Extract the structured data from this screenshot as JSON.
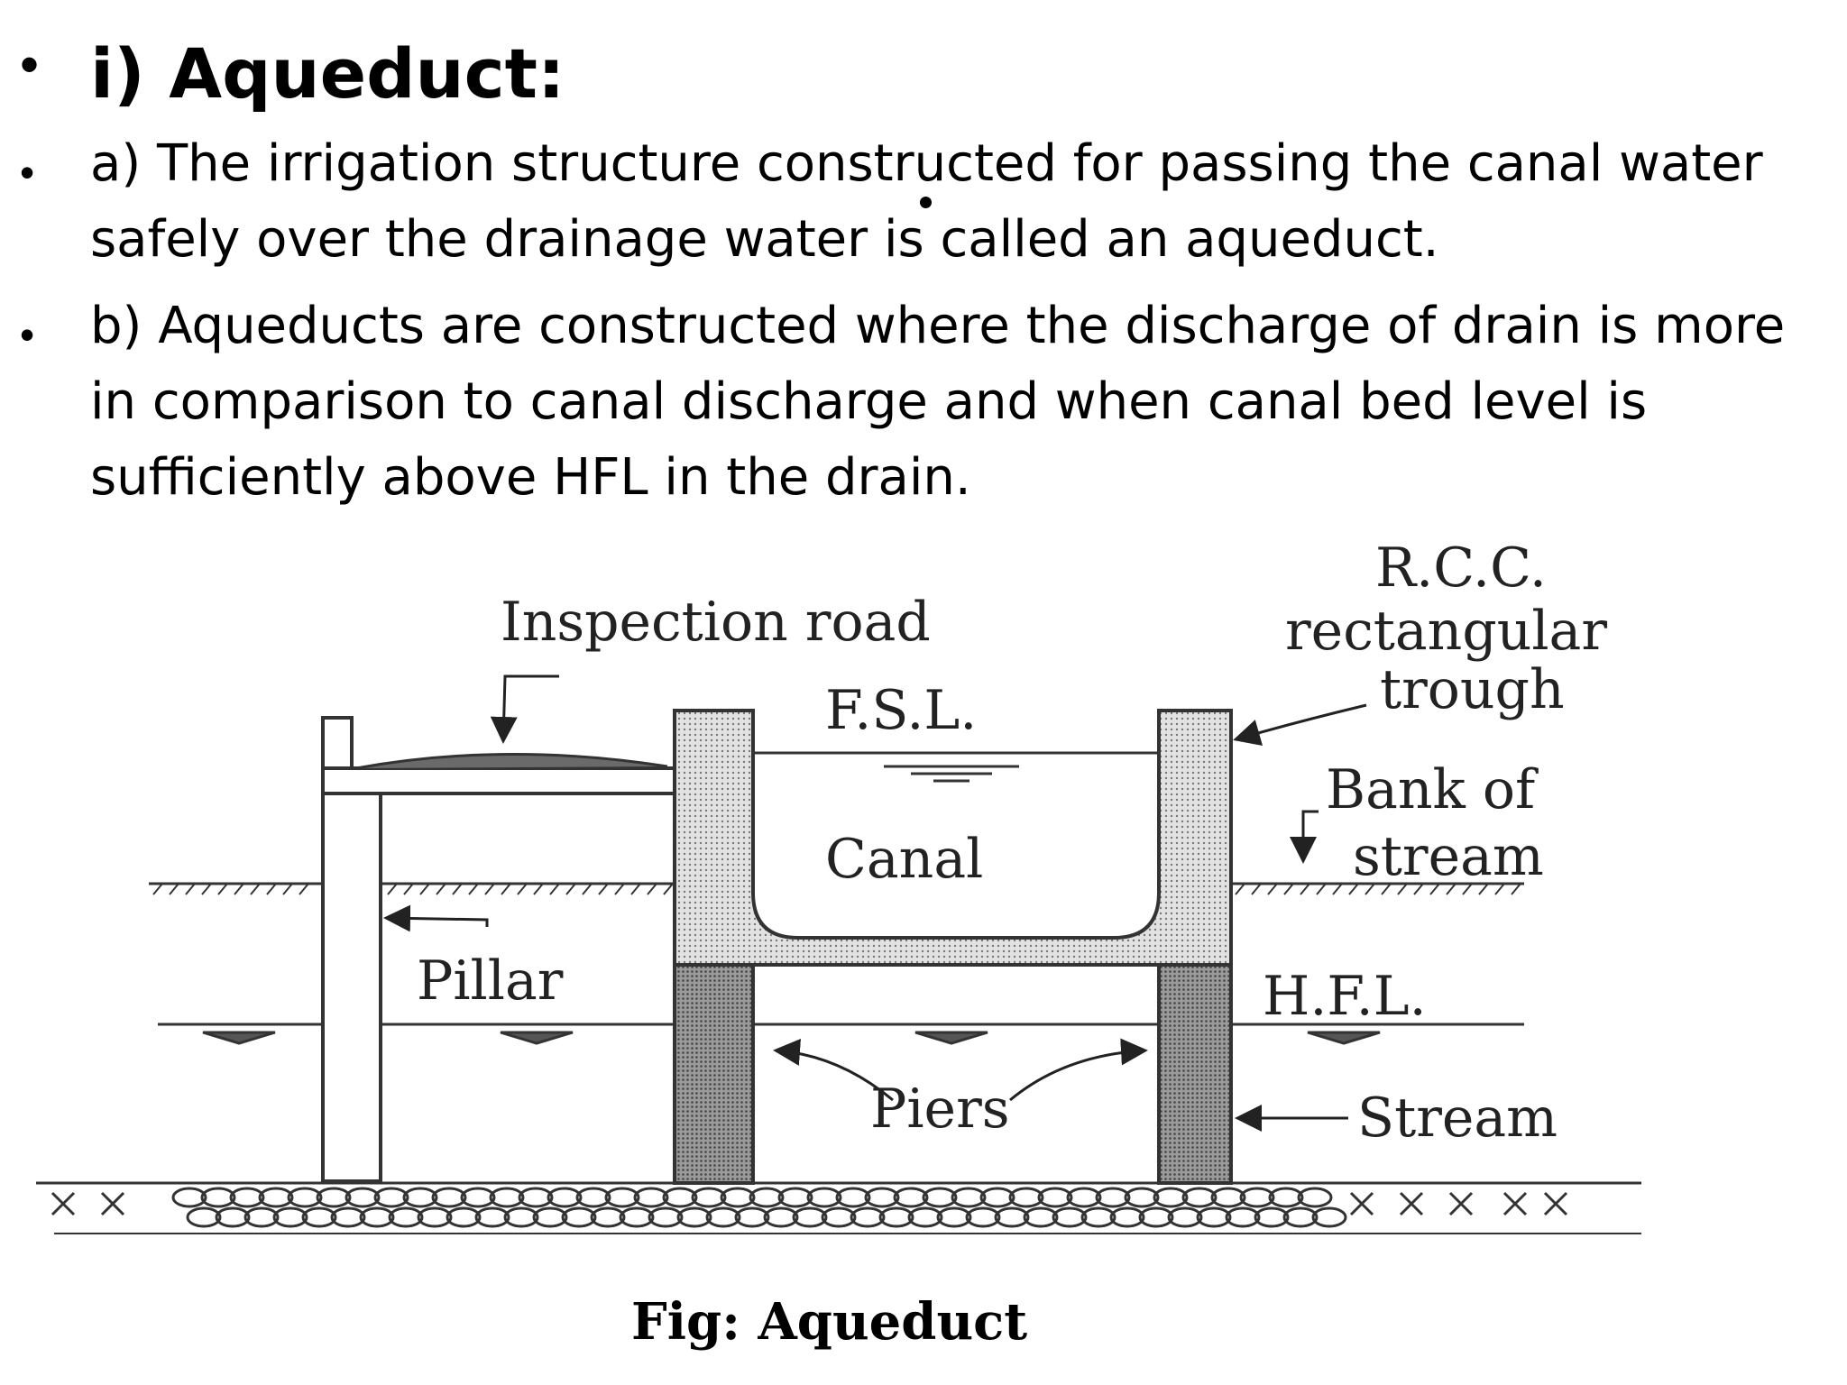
{
  "slide": {
    "title": "i) Aqueduct:",
    "bullets": [
      "a) The irrigation structure constructed for passing the canal water safely over the drainage water is called an aqueduct.",
      "b) Aqueducts are constructed where the discharge of drain is more in comparison to canal discharge and when canal bed level is sufficiently above HFL in the drain."
    ],
    "bullet_glyph": "•"
  },
  "diagram": {
    "labels": {
      "inspection_road": "Inspection road",
      "fsl": "F.S.L.",
      "canal": "Canal",
      "pillar": "Pillar",
      "piers": "Piers",
      "rcc_line1": "R.C.C.",
      "rcc_line2": "rectangular",
      "rcc_line3": "trough",
      "bank_line1": "Bank of",
      "bank_line2": "stream",
      "hfl": "H.F.L.",
      "stream": "Stream"
    },
    "caption": "Fig: Aqueduct",
    "colors": {
      "ink": "#222222",
      "concrete_fill": "#cfcfcf",
      "pier_fill": "#8a8a8a"
    }
  }
}
